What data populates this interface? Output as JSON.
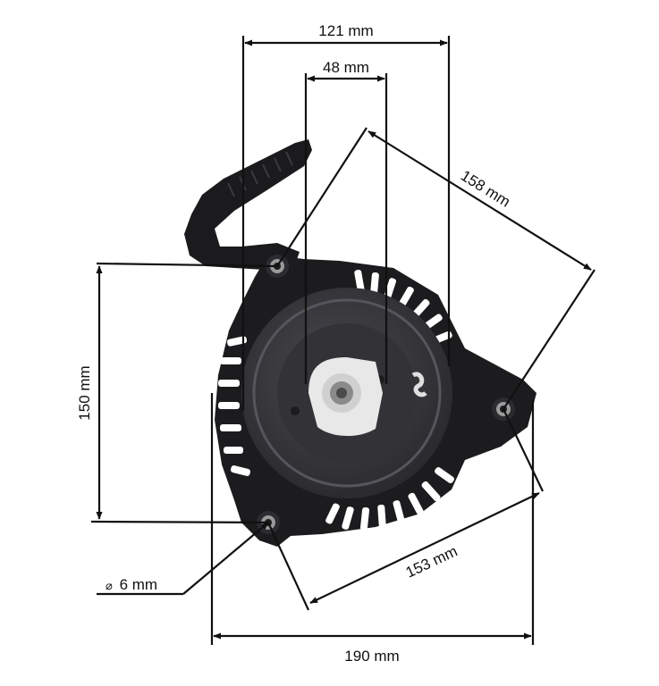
{
  "dimensions": {
    "top_width": "121 mm",
    "inner_width": "48 mm",
    "diagonal_top": "158 mm",
    "height": "150 mm",
    "bolt_hole": "6 mm",
    "diagonal_bottom": "153 mm",
    "overall_width": "190 mm"
  },
  "diameter_symbol": "⌀",
  "colors": {
    "line": "#111111",
    "housing": "#1c1c1f",
    "housing_edge": "#2c2c30",
    "pulley": "#38383d",
    "pulley_ring": "#4a4a50",
    "hub": "#e8e8e8",
    "bolt": "#9a9a9a"
  }
}
